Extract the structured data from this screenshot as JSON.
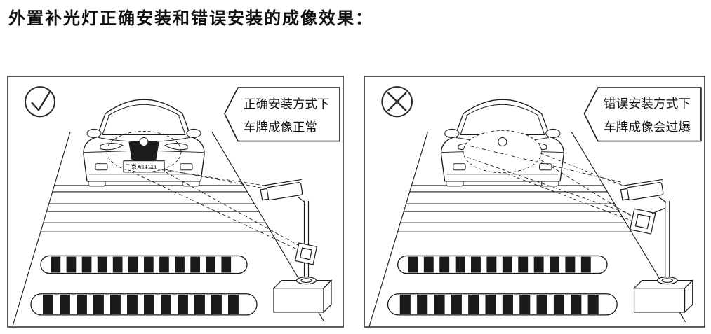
{
  "title": "外置补光灯正确安装和错误安装的成像效果：",
  "panels": [
    {
      "name": "correct-installation",
      "result": "correct",
      "result_icon": "check-icon",
      "callout": {
        "line1": "正确安装方式下",
        "line2": "车牌成像正常"
      },
      "license_plate": "京A11111",
      "plate_state": "normal"
    },
    {
      "name": "incorrect-installation",
      "result": "error",
      "result_icon": "cross-icon",
      "callout": {
        "line1": "错误安装方式下",
        "line2": "车牌成像会过爆"
      },
      "license_plate": "",
      "plate_state": "overexposed"
    }
  ],
  "colors": {
    "ink": "#1a1a1a",
    "paper": "#ffffff"
  }
}
